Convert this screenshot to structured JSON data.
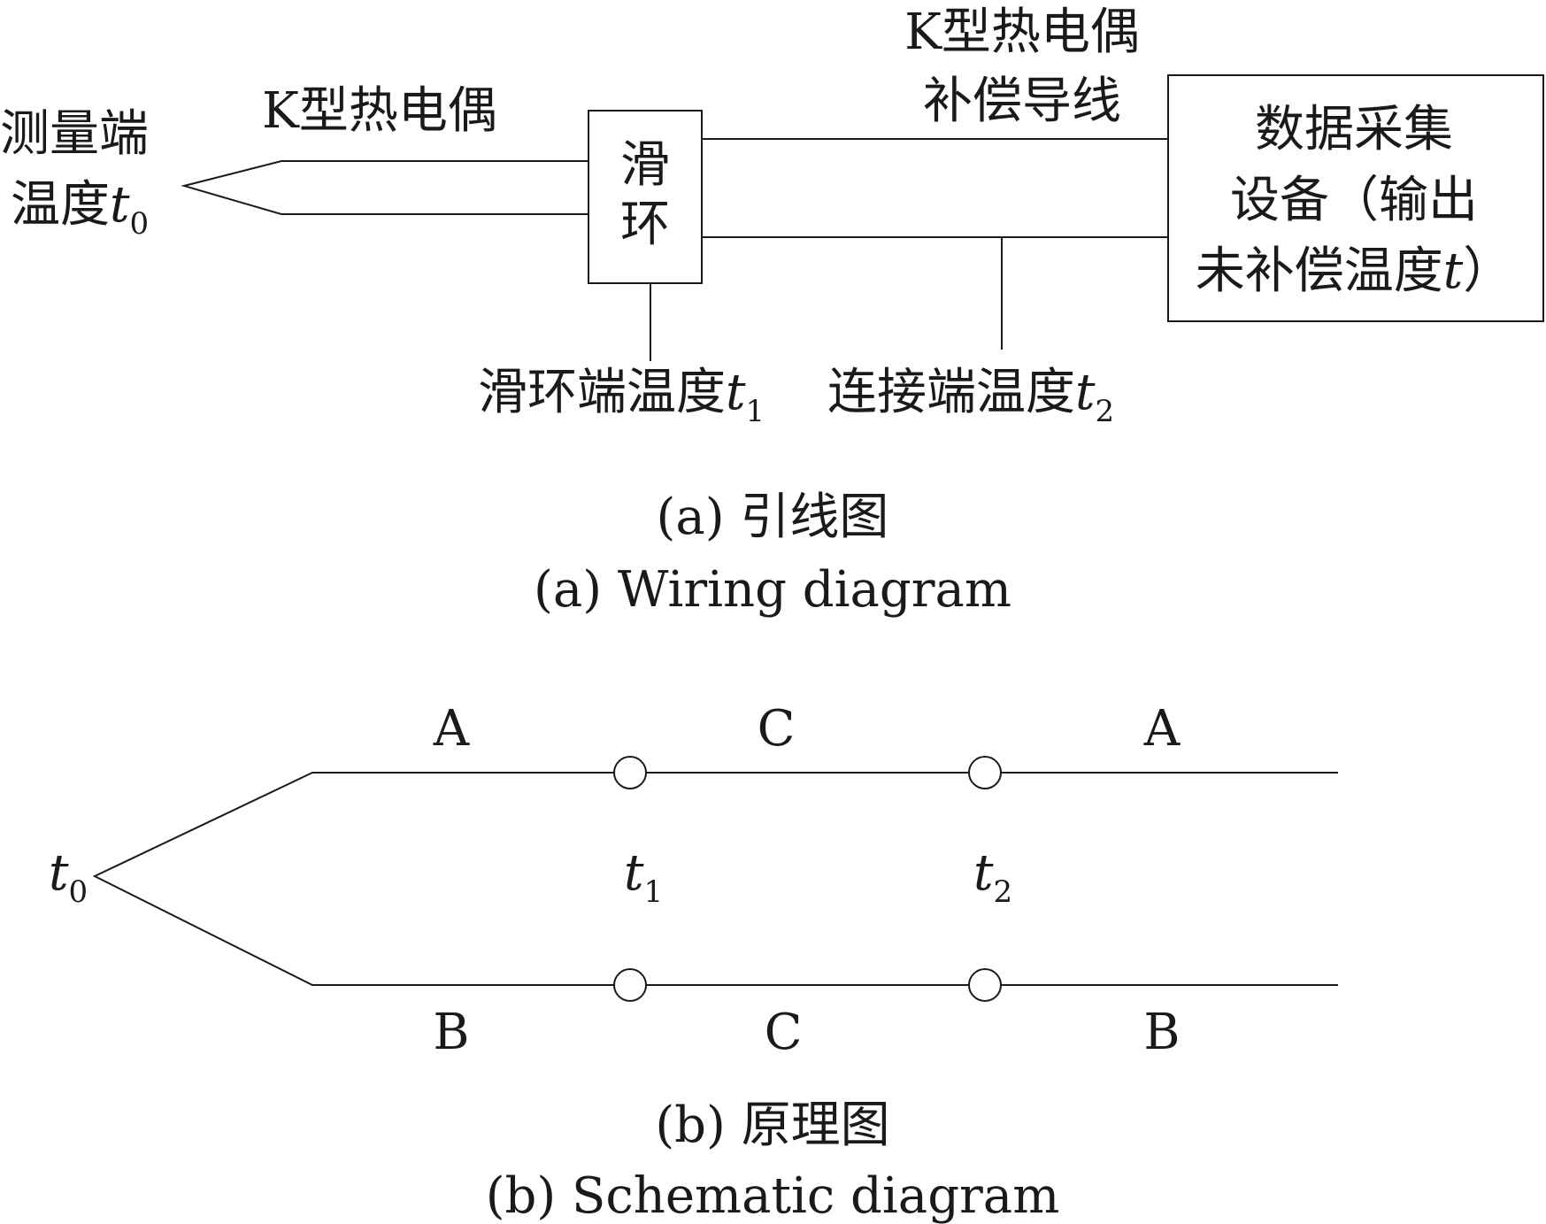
{
  "wiring": {
    "measure_end_line1": "测量端",
    "measure_end_line2": "温度",
    "thermocouple_label": "K型热电偶",
    "comp_wire_line1": "K型热电偶",
    "comp_wire_line2": "补偿导线",
    "slip_ring_line1": "滑",
    "slip_ring_line2": "环",
    "daq_line1": "数据采集",
    "daq_line2": "设备（输出",
    "daq_line3_prefix": "未补偿温度",
    "daq_line3_suffix": "）",
    "slip_ring_temp": "滑环端温度",
    "connect_temp": "连接端温度",
    "caption_cn": "(a) 引线图",
    "caption_en": "(a) Wiring diagram"
  },
  "schematic": {
    "top_left": "A",
    "top_mid": "C",
    "top_right": "A",
    "bottom_left": "B",
    "bottom_mid": "C",
    "bottom_right": "B",
    "caption_cn": "(b) 原理图",
    "caption_en": "(b) Schematic diagram"
  },
  "symbols": {
    "t": "t",
    "t_out": "t",
    "sub_0": "0",
    "sub_1": "1",
    "sub_2": "2"
  }
}
